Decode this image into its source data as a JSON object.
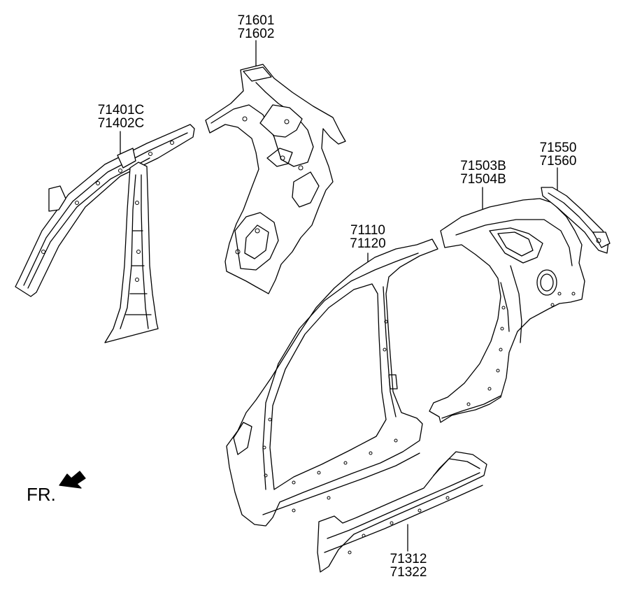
{
  "labels": {
    "quarter_inner": [
      "71601",
      "71602"
    ],
    "pillar_inner": [
      "71401C",
      "71402C"
    ],
    "quarter_outer": [
      "71503B",
      "71504B"
    ],
    "rear_bracket": [
      "71550",
      "71560"
    ],
    "side_outer": [
      "71110",
      "71120"
    ],
    "sill": [
      "71312",
      "71322"
    ]
  },
  "front_indicator": {
    "text": "FR.",
    "icon": "front-arrow-icon"
  }
}
